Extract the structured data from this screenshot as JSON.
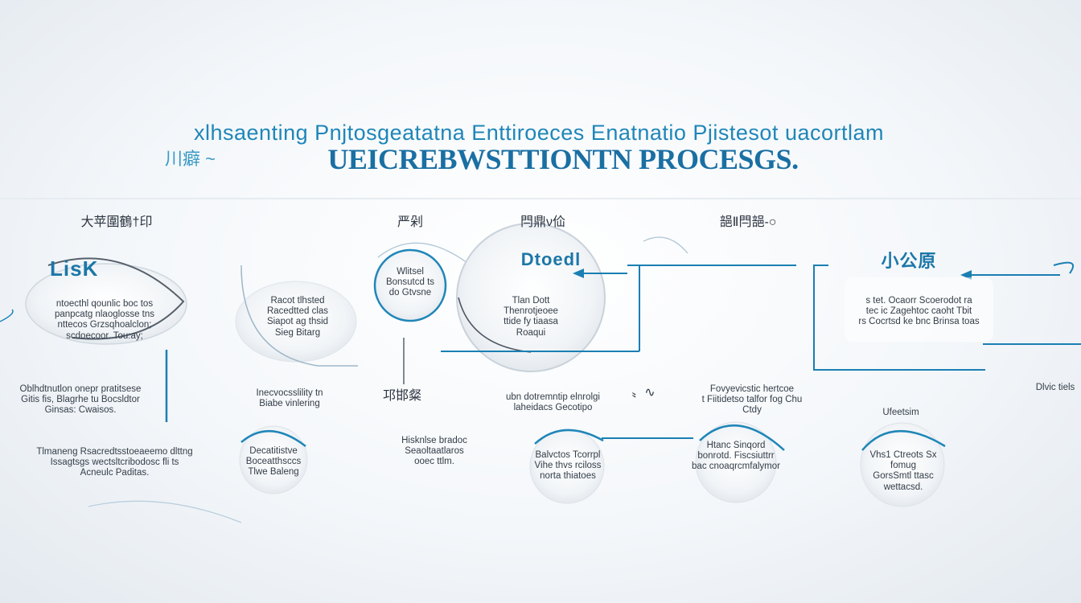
{
  "header": {
    "title_line1": "xlhsaenting Pnjtosgeatatna Enttiroeces Enatnatio Pjistesot uacortlam",
    "cjk_left": "川癖 ~",
    "title_line2": "UEICREBWSTTIONTN PROCESGS."
  },
  "column_heads": {
    "col1": "大苹圍鶴†印",
    "col2": "严剁",
    "col3": "閂鼎ν佡",
    "col4": "郶Ⅱ閂郶-○"
  },
  "node_a": {
    "logo": "LisK",
    "text": "ntoecthl qounlic boc tos\npanpcatg nlaoglosse tns\nnttecos Grzsqhoalclon;\nscdoecoor. Tou:ay;"
  },
  "node_b": {
    "text": "Racot tlhsted\nRacedtted clas\nSiapot ag thsid\nSieg Bitarg"
  },
  "node_c": {
    "text": "Wlitsel\nBonsutcd ts\ndo Gtvsne"
  },
  "node_d": {
    "logo": "Dtoedl",
    "text": "Tlan Dott\nThenrotjeoee\nttide fy tiaasa\nRoaqui"
  },
  "node_e": {
    "logo": "小公原",
    "text": "s tet. Ocaorr Scoerodot ra\ntec ic Zagehtoc caoht Tbit\nrs Cocrtsd ke bnc Brinsa toas"
  },
  "row2": {
    "left_a": "Oblhdtnutlon onepr pratitsese\nGitis fis, Blagrhe tu Bocsldtor\nGinsas: Cwaisos.",
    "left_b": "Tlmaneng Rsacredtsstoeaeemo dlttng\nIssagtsgs wectsltcribodosc fli ts\nAcneulc Paditas.",
    "mid_a": "Inecvocsslility tn\nBiabe vinlering",
    "mid_cjk": "邛邯粲",
    "mid_b": "Hisknlse bradoc\nSeaoltaatlaros\nooec ttlm.",
    "center_a": "ubn dotremntip elnrolgi\nlaheidacs Gecotipo",
    "center_mark": "〟∿",
    "right_a": "Fovyevicstic hertcoe\nt Fiitidetso talfor fog Chu Ctdy",
    "far_right_a": "Dlvic tiels",
    "far_right_b": "Ufeetsim"
  },
  "circles": {
    "c1": "Decatitistve\nBoceatthsccs\nTlwe Baleng",
    "c2": "Balvctos Tcorrpl\nVihe thvs rciloss\nnorta thiatoes",
    "c3": "Htanc Sinqord\nbonrotd. Fiscsiuttrr\nbac cnoaqrcmfalymor",
    "c4": "Vhs1 Ctreots Sx fomug\nGorsSmtl ttasc\nwettacsd."
  }
}
